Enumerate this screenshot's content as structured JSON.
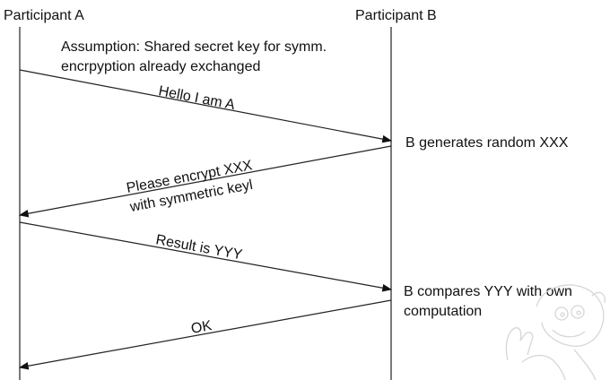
{
  "participants": {
    "a": "Participant A",
    "b": "Participant B"
  },
  "assumption": {
    "line1": "Assumption: Shared secret key for symm.",
    "line2": "encrpyption already exchanged"
  },
  "messages": [
    {
      "from": "A",
      "to": "B",
      "lines": [
        "Hello I am  A"
      ]
    },
    {
      "from": "B",
      "to": "A",
      "lines": [
        "Please encrypt XXX",
        "with symmetric keyl"
      ]
    },
    {
      "from": "A",
      "to": "B",
      "lines": [
        "Result is YYY"
      ]
    },
    {
      "from": "B",
      "to": "A",
      "lines": [
        "OK"
      ]
    }
  ],
  "notes": {
    "b_generates": "B generates random XXX",
    "b_compares_line1": "B compares YYY with own",
    "b_compares_line2": "computation"
  }
}
